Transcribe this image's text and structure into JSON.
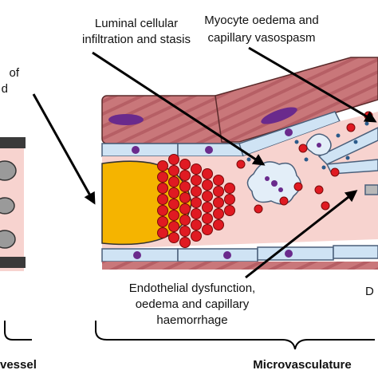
{
  "labels": {
    "luminal_line1": "Luminal cellular",
    "luminal_line2": "infiltration and stasis",
    "myocyte_line1": "Myocyte oedema and",
    "myocyte_line2": "capillary vasospasm",
    "left_partial_line1": "of",
    "left_partial_line2": "d",
    "endothelial_line1": "Endothelial dysfunction,",
    "endothelial_line2": "oedema and capillary",
    "endothelial_line3": "haemorrhage",
    "right_partial": "D",
    "left_region": "vessel",
    "right_region": "Microvasculature"
  },
  "colors": {
    "lumen": "#f7d3cf",
    "muscle": "#c9777a",
    "muscle_stripe": "#b65f65",
    "endothelium": "#cfe3f4",
    "endothelium_border": "#4a5f7a",
    "nucleus": "#6a2a8c",
    "rbc": "#e01a22",
    "rbc_border": "#7a0a0a",
    "thrombus": "#f5b400",
    "arrow": "#000000"
  }
}
